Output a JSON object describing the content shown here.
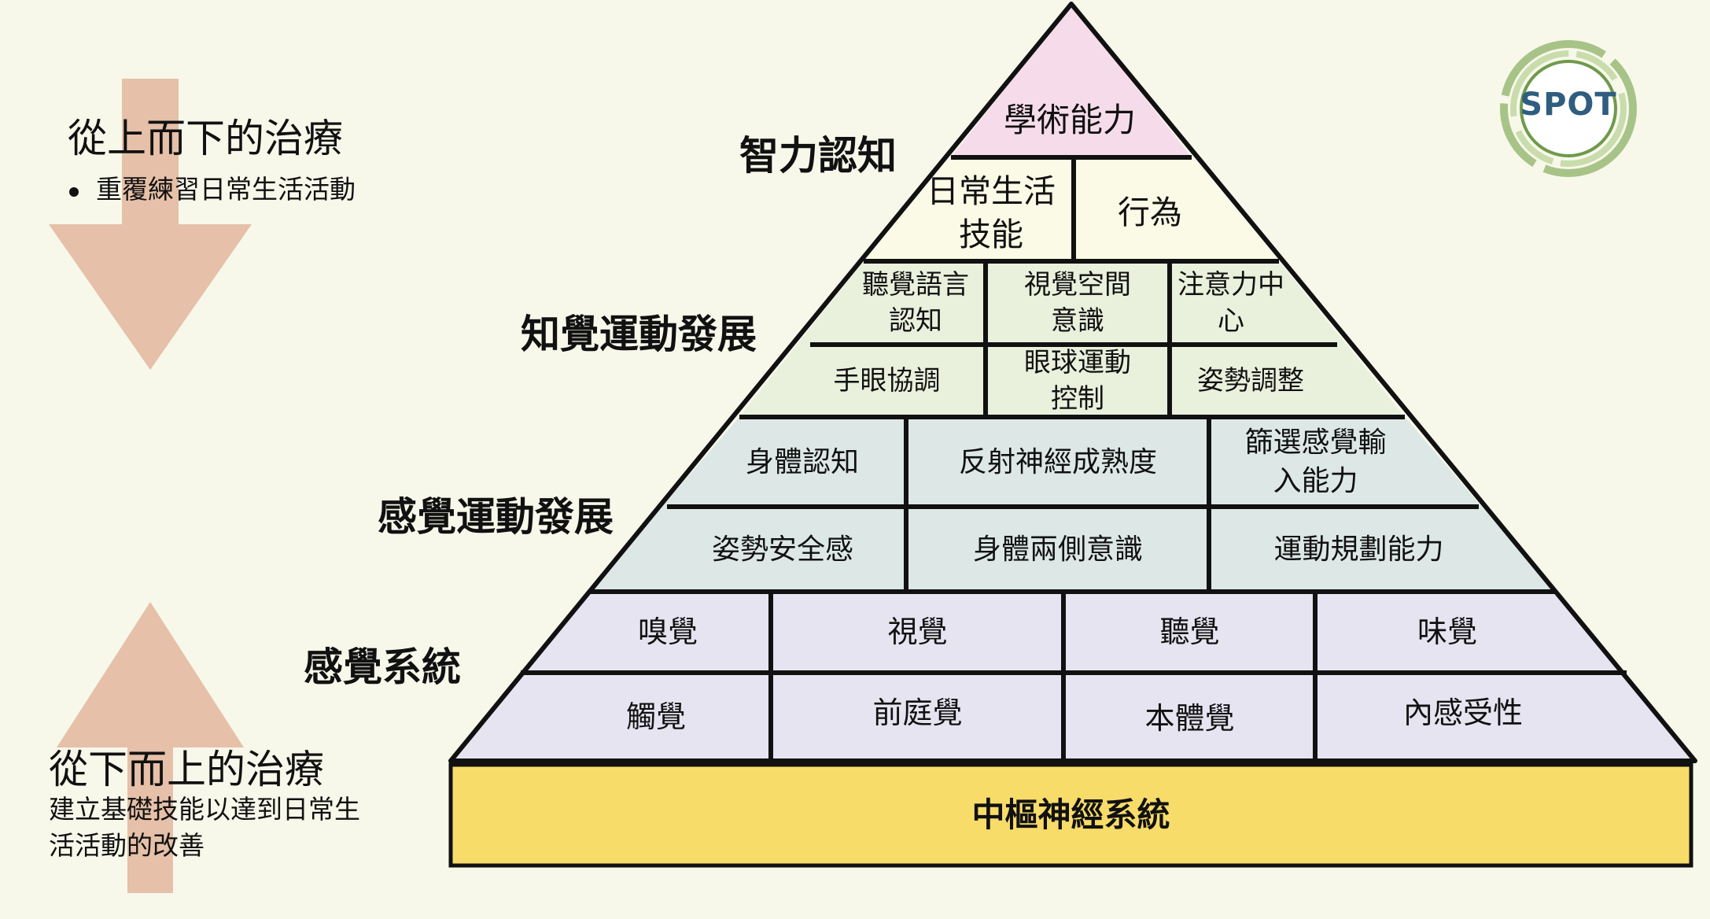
{
  "left": {
    "top_down": {
      "title": "從上而下的治療",
      "bullet": "重覆練習日常生活活動"
    },
    "bottom_up": {
      "title": "從下而上的治療",
      "desc_line1": "建立基礎技能以達到日常生",
      "desc_line2": "活活動的改善"
    }
  },
  "levels": {
    "cognition": "智力認知",
    "perceptual_motor": "知覺運動發展",
    "sensory_motor": "感覺運動發展",
    "sensory_system": "感覺系統"
  },
  "pyramid": {
    "academic": "學術能力",
    "daily_living_1": "日常生活",
    "daily_living_2": "技能",
    "behavior": "行為",
    "auditory_1": "聽覺語言",
    "auditory_2": "認知",
    "visual_spatial_1": "視覺空間",
    "visual_spatial_2": "意識",
    "attention_1": "注意力中",
    "attention_2": "心",
    "eye_hand": "手眼協調",
    "oculomotor_1": "眼球運動",
    "oculomotor_2": "控制",
    "posture_adjust": "姿勢調整",
    "body_awareness": "身體認知",
    "reflex": "反射神經成熟度",
    "filter_1": "篩選感覺輸",
    "filter_2": "入能力",
    "postural_security": "姿勢安全感",
    "bilateral": "身體兩側意識",
    "motor_planning": "運動規劃能力",
    "smell": "嗅覺",
    "vision": "視覺",
    "hearing": "聽覺",
    "taste": "味覺",
    "touch": "觸覺",
    "vestibular": "前庭覺",
    "proprioception": "本體覺",
    "interoception": "內感受性",
    "cns": "中樞神經系統"
  },
  "logo": {
    "text": "SPOT"
  },
  "colors": {
    "background": "#f7f8ea",
    "arrow": "#e6c0a8",
    "tier_top": "#f6dcea",
    "tier_daily": "#fbfae6",
    "tier_perceptual": "#e9f0dc",
    "tier_sensorimotor": "#dde8e6",
    "tier_sensory": "#e7e4f1",
    "cns_base": "#f8dc6a"
  }
}
